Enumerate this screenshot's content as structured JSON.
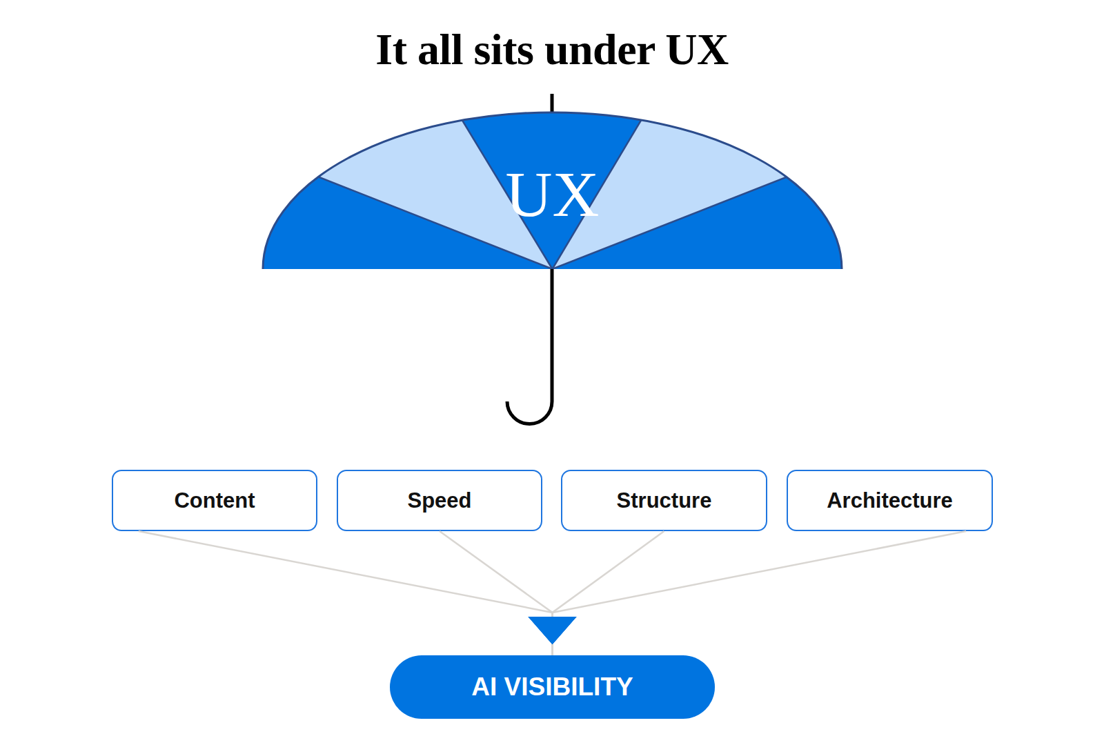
{
  "diagram": {
    "title": "It all sits under UX",
    "nodes": [
      {
        "text": [
          "UX"
        ]
      },
      {
        "text": [
          "Content"
        ]
      },
      {
        "text": [
          "Speed"
        ]
      },
      {
        "text": [
          "Structure"
        ]
      },
      {
        "text": [
          "Architecture"
        ]
      },
      {
        "text": [
          "AI VISIBILITY"
        ]
      }
    ],
    "edges": [
      {
        "from": 1,
        "to": 5,
        "arrow": "to"
      },
      {
        "from": 2,
        "to": 5,
        "arrow": "to"
      },
      {
        "from": 3,
        "to": 5,
        "arrow": "to"
      },
      {
        "from": 4,
        "to": 5,
        "arrow": "to"
      }
    ]
  }
}
